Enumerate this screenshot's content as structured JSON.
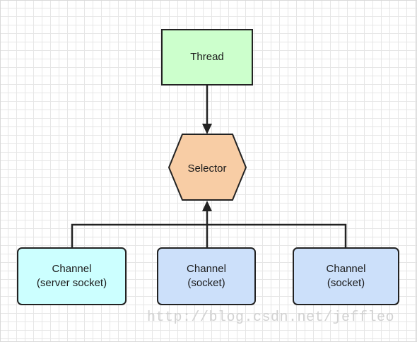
{
  "nodes": {
    "thread": {
      "label": "Thread",
      "fill": "#ccffcc"
    },
    "selector": {
      "label": "Selector",
      "fill": "#f8cda5"
    },
    "channel_server": {
      "line1": "Channel",
      "line2": "(server socket)",
      "fill": "#ccffff"
    },
    "channel_socket_1": {
      "line1": "Channel",
      "line2": "(socket)",
      "fill": "#cce0fa"
    },
    "channel_socket_2": {
      "line1": "Channel",
      "line2": "(socket)",
      "fill": "#cce0fa"
    }
  },
  "edges": [
    {
      "from": "thread",
      "to": "selector"
    },
    {
      "from": "channel_server",
      "to": "selector"
    },
    {
      "from": "channel_socket_1",
      "to": "selector"
    },
    {
      "from": "channel_socket_2",
      "to": "selector"
    }
  ],
  "watermark": "http://blog.csdn.net/jeffleo"
}
